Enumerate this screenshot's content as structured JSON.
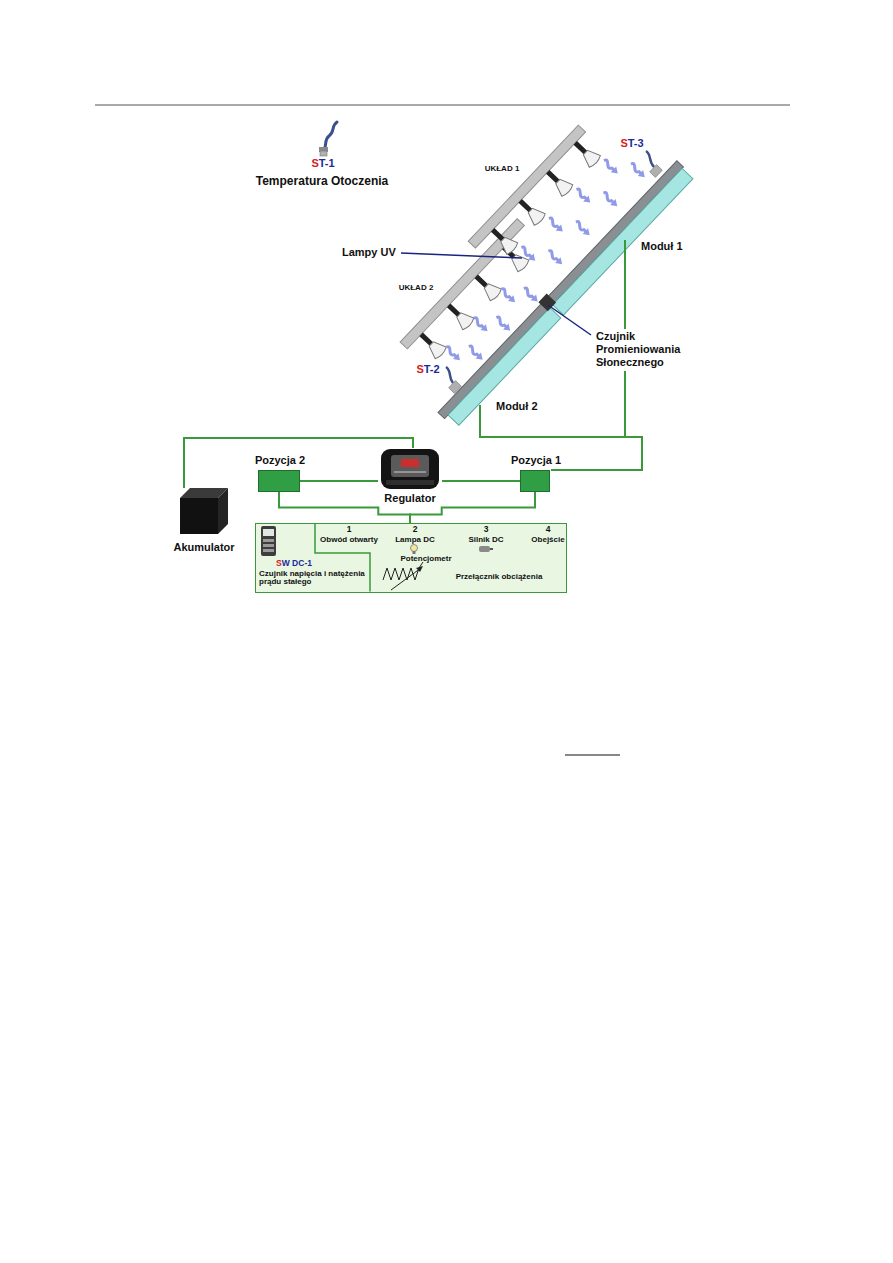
{
  "diagram": {
    "nodes": [
      {
        "text": [
          "Pozycja 2"
        ]
      },
      {
        "text": [
          "Regulator"
        ]
      },
      {
        "text": [
          "Pozycja 1"
        ]
      },
      {
        "text": [
          "Akumulator"
        ]
      },
      {
        "text": [
          "SW DC-1",
          "Czujnik napięcia i natężenia prądu stałego",
          "1",
          "Obwód otwarty",
          "2",
          "Lampa DC",
          "3",
          "Silnik DC",
          "4",
          "Obejście",
          "Potencjometr",
          "Przełącznik obciążenia"
        ]
      }
    ],
    "edges": [
      {
        "from": 3,
        "to": 1,
        "arrow": "none"
      },
      {
        "from": 0,
        "to": 1,
        "arrow": "none"
      },
      {
        "from": 1,
        "to": 2,
        "arrow": "none"
      },
      {
        "from": 0,
        "to": 4,
        "arrow": "none"
      },
      {
        "from": 2,
        "to": 4,
        "arrow": "none"
      }
    ],
    "labels": [
      "ST-1",
      "Temperatura Otoczenia",
      "ST-3",
      "UKŁAD 1",
      "Lampy UV",
      "Moduł 1",
      "UKŁAD 2",
      "Czujnik Promieniowania Słonecznego",
      "ST-2",
      "Moduł 2"
    ]
  }
}
